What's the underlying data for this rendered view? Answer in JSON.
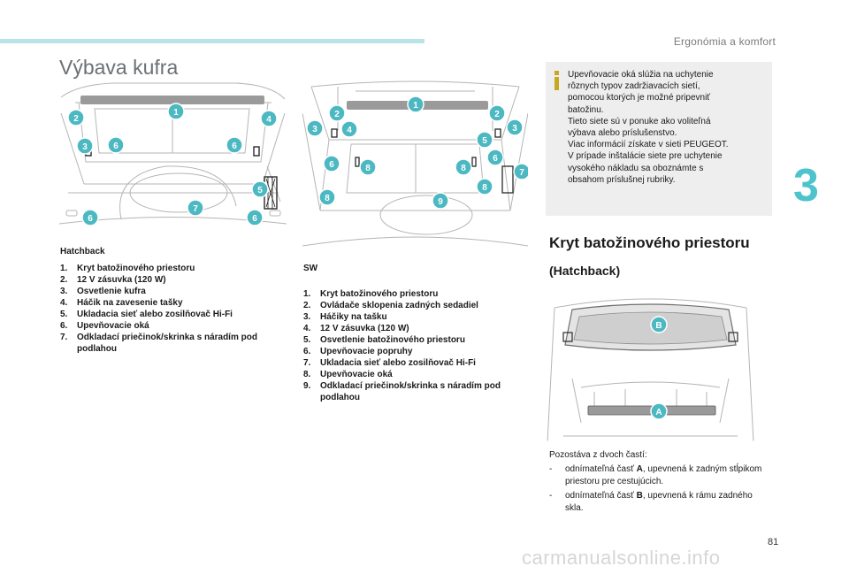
{
  "header": {
    "section": "Ergonómia a komfort",
    "chapter": "3",
    "page": "81"
  },
  "title": "Výbava kufra",
  "hatchback": {
    "label": "Hatchback",
    "items": [
      {
        "n": "1.",
        "text": "Kryt batožinového priestoru"
      },
      {
        "n": "2.",
        "text": "12 V zásuvka (120 W)"
      },
      {
        "n": "3.",
        "text": "Osvetlenie kufra"
      },
      {
        "n": "4.",
        "text": "Háčik na zavesenie tašky"
      },
      {
        "n": "5.",
        "text": "Ukladacia sieť alebo zosilňovač Hi-Fi"
      },
      {
        "n": "6.",
        "text": "Upevňovacie oká"
      },
      {
        "n": "7.",
        "text": "Odkladací priečinok/skrinka s náradím pod podlahou"
      }
    ],
    "callouts": [
      "1",
      "2",
      "3",
      "4",
      "5",
      "6",
      "6",
      "6",
      "6",
      "7"
    ]
  },
  "sw": {
    "label": "SW",
    "items": [
      {
        "n": "1.",
        "text": "Kryt batožinového priestoru"
      },
      {
        "n": "2.",
        "text": "Ovládače sklopenia zadných sedadiel"
      },
      {
        "n": "3.",
        "text": "Háčiky na tašku"
      },
      {
        "n": "4.",
        "text": "12 V zásuvka (120 W)"
      },
      {
        "n": "5.",
        "text": "Osvetlenie batožinového priestoru"
      },
      {
        "n": "6.",
        "text": "Upevňovacie popruhy"
      },
      {
        "n": "7.",
        "text": "Ukladacia sieť alebo zosilňovač Hi-Fi"
      },
      {
        "n": "8.",
        "text": "Upevňovacie oká"
      },
      {
        "n": "9.",
        "text": "Odkladací priečinok/skrinka s náradím pod podlahou"
      }
    ],
    "callouts": [
      "1",
      "2",
      "2",
      "3",
      "3",
      "4",
      "5",
      "6",
      "6",
      "7",
      "8",
      "8",
      "8",
      "8",
      "9"
    ]
  },
  "info": {
    "lines": [
      "Upevňovacie oká slúžia na uchytenie",
      "rôznych typov zadržiavacích sietí,",
      "pomocou ktorých je možné pripevniť",
      "batožinu.",
      "Tieto siete sú v ponuke ako voliteľná",
      "výbava alebo príslušenstvo.",
      "Viac informácií získate v sieti PEUGEOT.",
      "V prípade inštalácie siete pre uchytenie",
      "vysokého nákladu sa oboznámte s",
      "obsahom príslušnej rubriky."
    ]
  },
  "cover": {
    "heading": "Kryt batožinového priestoru",
    "subheading": "(Hatchback)",
    "callouts": [
      "B",
      "A"
    ],
    "intro": "Pozostáva z dvoch častí:",
    "items": [
      {
        "dash": "-",
        "pre": "odnímateľná časť ",
        "bold": "A",
        "post": ", upevnená k zadným stĺpikom priestoru pre cestujúcich."
      },
      {
        "dash": "-",
        "pre": "odnímateľná časť ",
        "bold": "B",
        "post": ", upevnená k rámu zadného skla."
      }
    ]
  },
  "watermark": "carmanualsonline.info",
  "colors": {
    "accent": "#4cc3cd",
    "bar": "#b8e4e8",
    "callout": "#4cb8c2",
    "info_bg": "#eeeeef",
    "info_icon": "#c8a823"
  }
}
